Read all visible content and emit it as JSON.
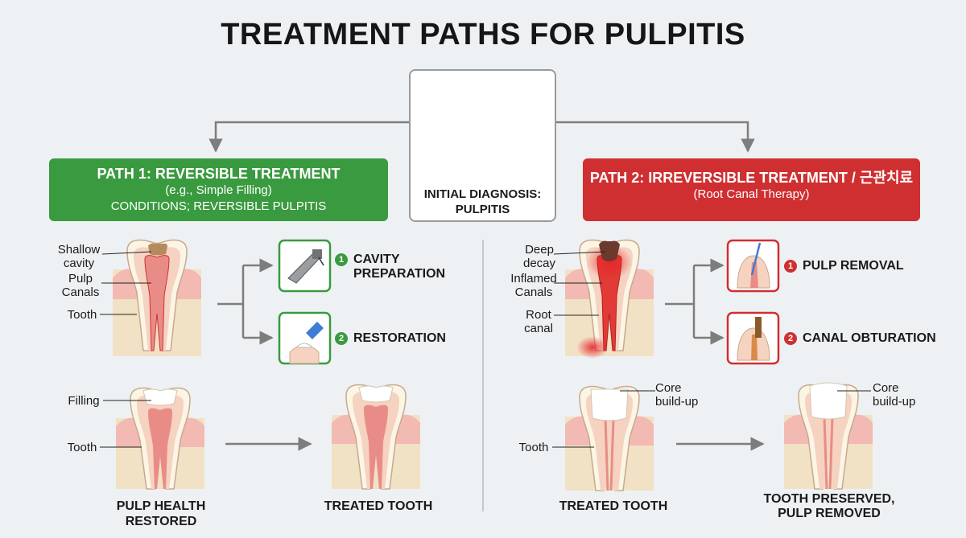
{
  "title": "TREATMENT PATHS FOR PULPITIS",
  "diagnosis": {
    "label_line1": "INITIAL DIAGNOSIS:",
    "label_line2": "PULPITIS"
  },
  "path1": {
    "title": "PATH 1: REVERSIBLE TREATMENT",
    "subtitle": "(e.g., Simple Filling)",
    "conditions": "CONDITIONS; REVERSIBLE PULPITIS",
    "labels": {
      "shallow_cavity_1": "Shallow",
      "shallow_cavity_2": "cavity",
      "pulp_1": "Pulp",
      "pulp_2": "Canals",
      "tooth": "Tooth",
      "filling": "Filling",
      "tooth2": "Tooth"
    },
    "steps": [
      {
        "num": "1",
        "line1": "CAVITY",
        "line2": "PREPARATION"
      },
      {
        "num": "2",
        "line1": "RESTORATION",
        "line2": ""
      }
    ],
    "captions": {
      "left": "PULP HEALTH RESTORED",
      "right": "TREATED TOOTH"
    }
  },
  "path2": {
    "title": "PATH 2: IRREVERSIBLE TREATMENT / 근관치료",
    "subtitle": "(Root Canal Therapy)",
    "labels": {
      "deep_1": "Deep",
      "deep_2": "decay",
      "inflamed_1": "Inflamed",
      "inflamed_2": "Canals",
      "root_1": "Root",
      "root_2": "canal",
      "core_1": "Core",
      "core_2": "build-up",
      "tooth": "Tooth",
      "core2_1": "Core",
      "core2_2": "build-up"
    },
    "steps": [
      {
        "num": "1",
        "line1": "PULP REMOVAL",
        "line2": ""
      },
      {
        "num": "2",
        "line1": "CANAL OBTURATION",
        "line2": ""
      }
    ],
    "captions": {
      "left": "TREATED TOOTH",
      "right_1": "TOOTH PRESERVED,",
      "right_2": "PULP REMOVED"
    }
  },
  "colors": {
    "green": "#3a9a3f",
    "red": "#cf2f31",
    "background": "#eef1f3",
    "enamel": "#fbf5e6",
    "dentin": "#f6d2c0",
    "pulp": "#e98c88",
    "gum": "#f3b9b3",
    "bone": "#f1e2c5",
    "decay": "#6b3a2c",
    "filling": "#ffffff",
    "arrow": "#7d7d7d"
  }
}
